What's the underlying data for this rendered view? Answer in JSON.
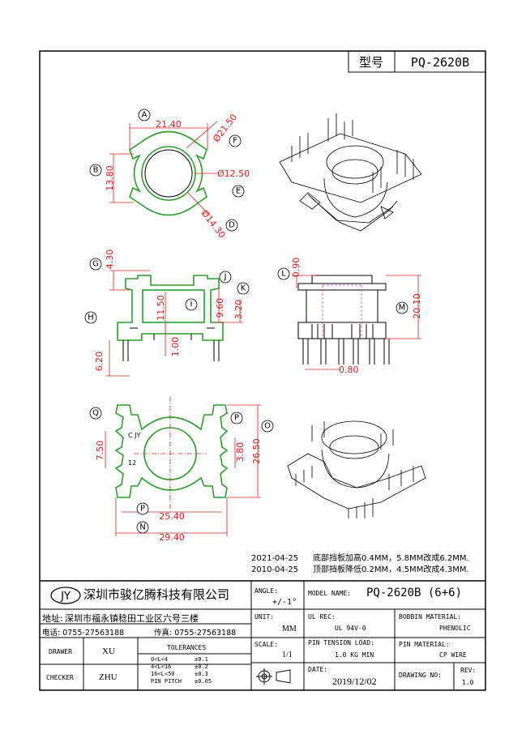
{
  "header": {
    "type_label": "型号",
    "model": "PQ-2620B"
  },
  "dims": {
    "top_view": {
      "width": "21.40",
      "outer_dia": "Ø21.50",
      "inner_dia": "Ø12.50",
      "mid_dia": "Ø14.30",
      "height": "13.80"
    },
    "side_view": {
      "top_step": "4.30",
      "core_height": "11.50",
      "step1": "9.60",
      "step2": "3.20",
      "base": "1.00",
      "pin": "6.20"
    },
    "front_view": {
      "top": "0.90",
      "total": "20.10",
      "pin_pitch": "0.80"
    },
    "bottom_view": {
      "w1": "25.40",
      "w2": "29.40",
      "h_right": "26.50",
      "slot": "3.80",
      "left": "7.50",
      "pin_mark1": "C JY",
      "pin_mark2": "12"
    }
  },
  "callouts": {
    "A": "A",
    "B": "B",
    "D": "D",
    "E": "E",
    "F": "F",
    "G": "G",
    "H": "H",
    "I": "I",
    "J": "J",
    "K": "K",
    "L": "L",
    "M": "M",
    "N": "N",
    "O": "O",
    "P": "P",
    "Q": "Q"
  },
  "revisions": [
    {
      "date": "2021-04-25",
      "text": "底部挡板加高0.4MM，5.8MM改成6.2MM."
    },
    {
      "date": "2010-04-25",
      "text": "顶部挡板降低0.2MM，4.5MM改成4.3MM."
    }
  ],
  "title_block": {
    "logo": "JY",
    "company": "深圳市骏亿腾科技有限公司",
    "address_label": "地址:",
    "address": "深圳市福永镇稔田工业区六号三楼",
    "phone": "电话: 0755-27563188",
    "fax": "传真: 0755-27563188",
    "angle_label": "ANGLE:",
    "angle_value": "+/-1°",
    "unit_label": "UNIT:",
    "unit_value": "MM",
    "scale_label": "SCALE:",
    "scale_value": "1/1",
    "model_label": "MODEL NAME:",
    "model_value": "PQ-2620B (6+6)",
    "ul_label": "UL REC:",
    "ul_value": "UL 94V-0",
    "bobbin_label": "BOBBIN MATERIAL:",
    "bobbin_value": "PHENOLIC",
    "pin_load_label": "PIN TENSION LOAD:",
    "pin_load_value": "1.0 KG MIN",
    "pin_mat_label": "PIN MATERIAL:",
    "pin_mat_value": "CP WIRE",
    "date_label": "DATE:",
    "date_value": "2019/12/02",
    "drawing_no_label": "DRAWING NO:",
    "rev_label": "REV:",
    "rev_value": "1.0",
    "drawer_label": "DRAWER",
    "drawer_value": "XU",
    "checker_label": "CHECKER",
    "checker_value": "ZHU",
    "tol_label": "TOLERANCES",
    "tolerances": [
      {
        "range": "0<L<4",
        "value": "±0.1"
      },
      {
        "range": "4<L<16",
        "value": "±0.2"
      },
      {
        "range": "16<L<50",
        "value": "±0.3"
      },
      {
        "range": "PIN PITCH",
        "value": "±0.05"
      }
    ]
  }
}
